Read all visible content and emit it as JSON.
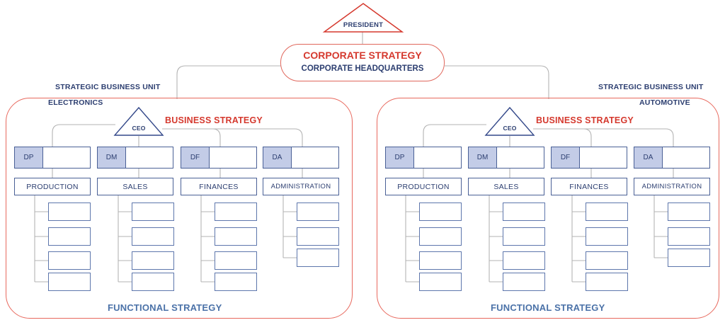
{
  "diagram": {
    "title_top": "PRESIDENT",
    "levels": {
      "corporate_strategy": "CORPORATE STRATEGY",
      "corporate_headquarters": "CORPORATE HEADQUARTERS",
      "business_strategy": "BUSINESS STRATEGY",
      "functional_strategy": "FUNCTIONAL STRATEGY",
      "strategic_business_unit": "STRATEGIC BUSINESS UNIT"
    },
    "colors": {
      "red": "#d5392e",
      "red_outline": "#e8695e",
      "navy": "#2c3e70",
      "steel": "#4b72a8",
      "box_border": "#4a6096",
      "tag_fill": "#c3cce7",
      "wire": "#b3b3b3"
    },
    "units": [
      {
        "id": "electronics",
        "unit_label": "STRATEGIC BUSINESS UNIT",
        "unit_name": "ELECTRONICS",
        "leader": "CEO",
        "business_strategy": "BUSINESS STRATEGY",
        "functional_strategy": "FUNCTIONAL STRATEGY",
        "departments": [
          {
            "tag": "DP",
            "name": "PRODUCTION",
            "leaf_count": 4
          },
          {
            "tag": "DM",
            "name": "SALES",
            "leaf_count": 4
          },
          {
            "tag": "DF",
            "name": "FINANCES",
            "leaf_count": 4
          },
          {
            "tag": "DA",
            "name": "ADMINISTRATION",
            "leaf_count": 3
          }
        ]
      },
      {
        "id": "automotive",
        "unit_label": "STRATEGIC BUSINESS UNIT",
        "unit_name": "AUTOMOTIVE",
        "leader": "CEO",
        "business_strategy": "BUSINESS STRATEGY",
        "functional_strategy": "FUNCTIONAL STRATEGY",
        "departments": [
          {
            "tag": "DP",
            "name": "PRODUCTION",
            "leaf_count": 4
          },
          {
            "tag": "DM",
            "name": "SALES",
            "leaf_count": 4
          },
          {
            "tag": "DF",
            "name": "FINANCES",
            "leaf_count": 4
          },
          {
            "tag": "DA",
            "name": "ADMINISTRATION",
            "leaf_count": 3
          }
        ]
      }
    ]
  }
}
